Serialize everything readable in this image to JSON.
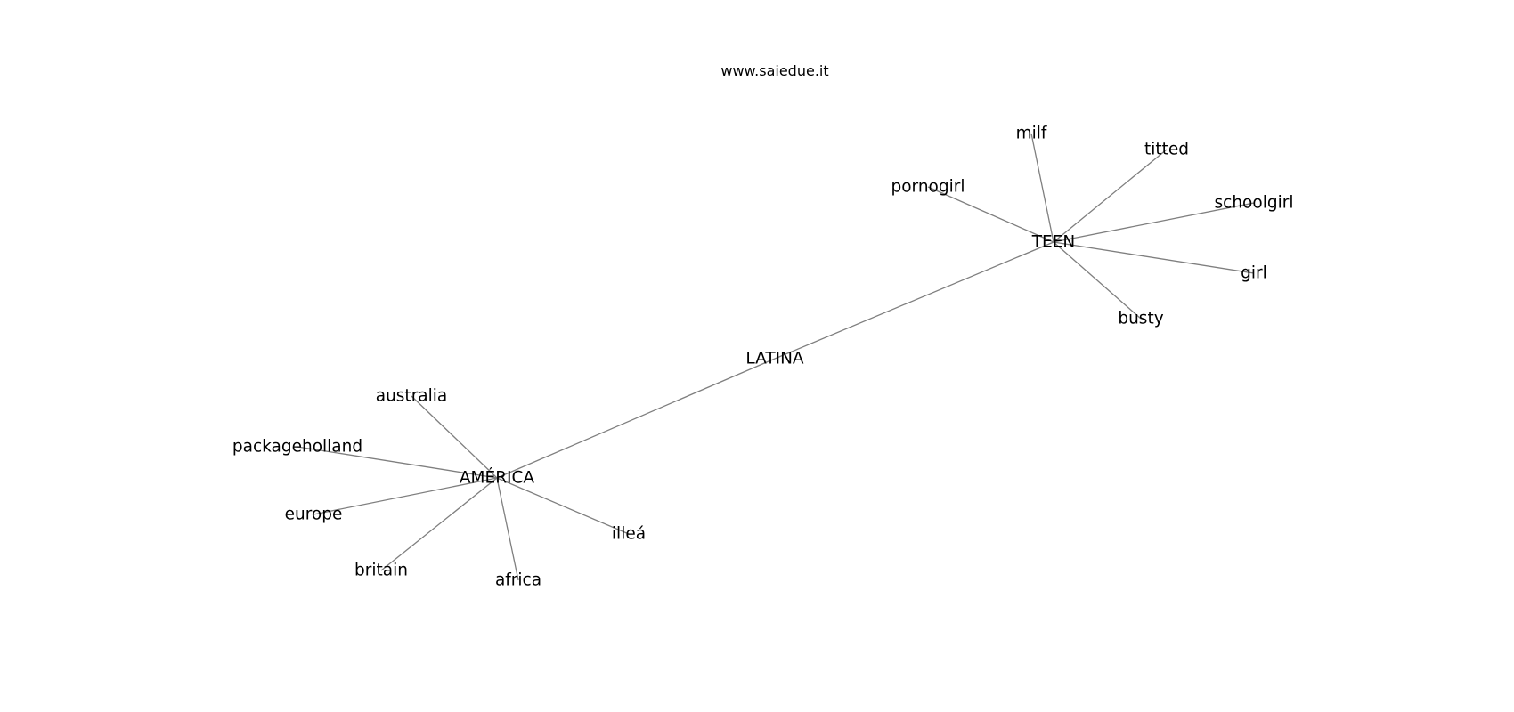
{
  "title": "www.saiedue.it",
  "graph": {
    "edge_color": "#808080",
    "label_color": "#000000",
    "nodes": [
      {
        "id": "latina",
        "label": "LATINA"
      },
      {
        "id": "teen",
        "label": "TEEN"
      },
      {
        "id": "america",
        "label": "AMÉRICA"
      },
      {
        "id": "milf",
        "label": "milf"
      },
      {
        "id": "titted",
        "label": "titted"
      },
      {
        "id": "pornogirl",
        "label": "pornogirl"
      },
      {
        "id": "schoolgirl",
        "label": "schoolgirl"
      },
      {
        "id": "girl",
        "label": "girl"
      },
      {
        "id": "busty",
        "label": "busty"
      },
      {
        "id": "australia",
        "label": "australia"
      },
      {
        "id": "packageholland",
        "label": "packageholland"
      },
      {
        "id": "europe",
        "label": "europe"
      },
      {
        "id": "britain",
        "label": "britain"
      },
      {
        "id": "africa",
        "label": "africa"
      },
      {
        "id": "illea",
        "label": "illeá"
      }
    ],
    "edges": [
      [
        "latina",
        "teen"
      ],
      [
        "latina",
        "america"
      ],
      [
        "teen",
        "milf"
      ],
      [
        "teen",
        "titted"
      ],
      [
        "teen",
        "pornogirl"
      ],
      [
        "teen",
        "schoolgirl"
      ],
      [
        "teen",
        "girl"
      ],
      [
        "teen",
        "busty"
      ],
      [
        "america",
        "australia"
      ],
      [
        "america",
        "packageholland"
      ],
      [
        "america",
        "europe"
      ],
      [
        "america",
        "britain"
      ],
      [
        "america",
        "africa"
      ],
      [
        "america",
        "illea"
      ]
    ]
  }
}
